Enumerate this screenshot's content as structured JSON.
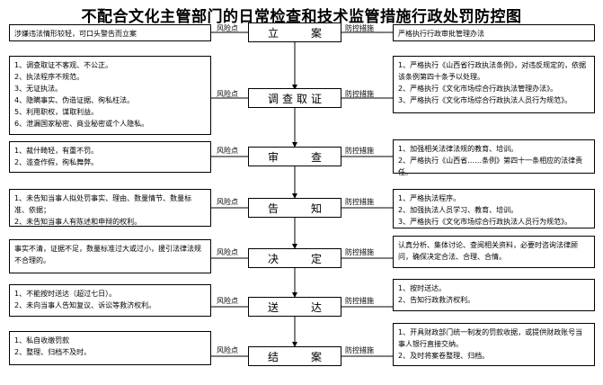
{
  "title": "不配合文化主管部门的日常检查和技术监管措施行政处罚防控图",
  "risk_label": "风险点",
  "control_label": "防控措施",
  "steps": [
    {
      "name": "立　案",
      "risks": [
        "涉嫌违法情形较轻，可口头警告而立案"
      ],
      "controls": [
        "严格执行行政审批管理办法"
      ]
    },
    {
      "name": "调查取证",
      "risks": [
        "1、调查取证不客观、不公正。",
        "2、执法程序不规范。",
        "3、无证执法。",
        "4、隐瞒事实、伪造证据、徇私枉法。",
        "5、利用职权，谋取利益。",
        "6、泄漏国家秘密、商业秘密或个人隐私。"
      ],
      "controls": [
        "1、严格执行《山西省行政执法条例》，对违反规定的，依据该条例第四十条予以处理。",
        "2、严格执行《文化市场综合行政执法管理办法》。",
        "3、严格执行《文化市场综合行政执法人员行为规范》。"
      ]
    },
    {
      "name": "审　查",
      "risks": [
        "1、裁什畸轻，有重不罚。",
        "2、滥查作假，徇私舞弊。"
      ],
      "controls": [
        "1、加强相关法律法规的教育、培训。",
        "2、严格执行《山西省……条例》第四十一条相应的法律责任。"
      ]
    },
    {
      "name": "告　知",
      "risks": [
        "1、未告知当事人拟处罚事实、理由、数量情节、数量标准、依据；",
        "2、未告知当事人有陈述和申辩的权利。"
      ],
      "controls": [
        "1、严格执法程序。",
        "2、加强执法人员学习、教育、培训。",
        "3、严格执行《文化市场综合行政执法人员行为规范》。"
      ]
    },
    {
      "name": "决　定",
      "risks": [
        "事实不清，证据不足，数量标准过大或过小，援引法律法规不合理的。"
      ],
      "controls": [
        "认真分析、集体讨论、查阅相关资料，必要时咨询法律顾问，确保决定合法、合理、合情。"
      ]
    },
    {
      "name": "送　达",
      "risks": [
        "1、不能按时送达（超过七日）。",
        "2、未向当事人告知复议、诉讼等救济权利。"
      ],
      "controls": [
        "1、按时送达。",
        "2、告知行政救济权利。"
      ]
    },
    {
      "name": "结　案",
      "risks": [
        "1、私自收缴罚款",
        "2、整理、归档不及时。"
      ],
      "controls": [
        "1、开具财政部门统一制发的罚款收据，或提供财政账号当事人银行直接交纳。",
        "2、及时将案卷整理、归档。"
      ]
    }
  ]
}
